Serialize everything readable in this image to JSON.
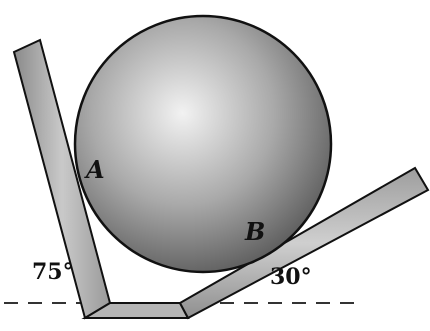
{
  "diagram": {
    "contact_point_left": "A",
    "contact_point_right": "B",
    "left_wall_angle": "75°",
    "right_incline_angle": "30°"
  },
  "colors": {
    "plate_fill": "#bdbdbd",
    "plate_stroke": "#111111",
    "sphere_light": "#f2f2f2",
    "sphere_mid": "#a9a9a9",
    "sphere_dark": "#5e5e5e",
    "dashed_line": "#333333"
  }
}
